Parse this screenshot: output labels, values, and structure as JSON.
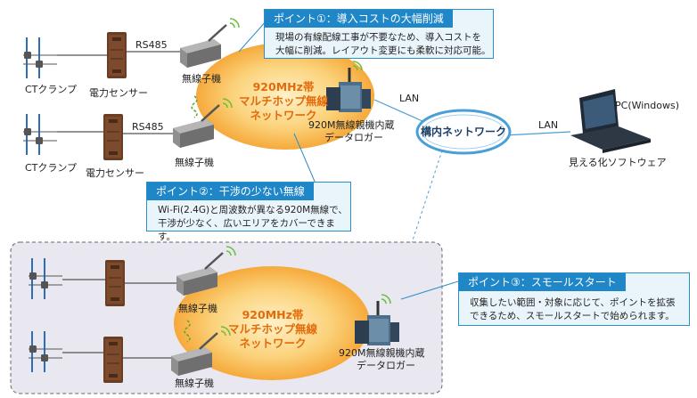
{
  "colors": {
    "accent_blue": "#1f86c8",
    "callout_bg": "#eaf5fb",
    "network_orange": "#f7b84b",
    "network_text": "#e36b0a",
    "lan_line": "#4a9fd6"
  },
  "labels": {
    "ct_clamp": "CTクランプ",
    "rs485": "RS485",
    "power_sensor": "電力センサー",
    "wireless_child": "無線子機",
    "network_line1": "920MHz帯",
    "network_line2": "マルチホップ無線",
    "network_line3": "ネットワーク",
    "logger_line1": "920M無線親機内蔵",
    "logger_line2": "データロガー",
    "lan": "LAN",
    "internal_network": "構内ネットワーク",
    "pc": "PC(Windows)",
    "software": "見える化ソフトウェア"
  },
  "points": {
    "p1": {
      "title": "ポイント①：導入コストの大幅削減",
      "line1": "現場の有線配線工事が不要なため、導入コストを",
      "line2": "大幅に削減。レイアウト変更にも柔軟に対応可能。"
    },
    "p2": {
      "title": "ポイント②：干渉の少ない無線",
      "line1": "Wi-Fi(2.4G)と周波数が異なる920M無線で、",
      "line2": "干渉が少なく、広いエリアをカバーできます。"
    },
    "p3": {
      "title": "ポイント③：スモールスタート",
      "line1": "収集したい範囲・対象に応じて、ポイントを拡張",
      "line2": "できるため、スモールスタートで始められます。"
    }
  }
}
